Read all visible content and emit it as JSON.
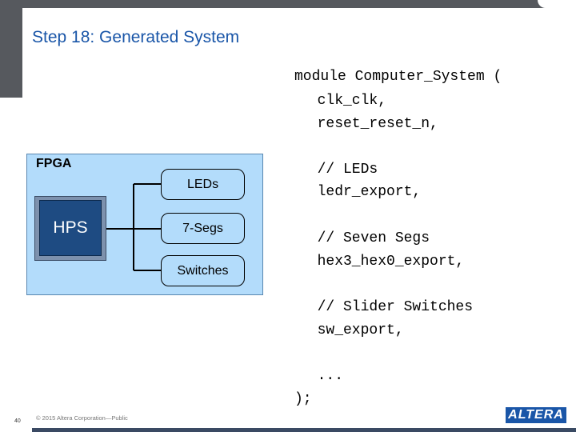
{
  "slide": {
    "title": "Step 18: Generated System",
    "page_number": "40",
    "copyright": "© 2015 Altera Corporation—Public",
    "logo": "ALTERA"
  },
  "diagram": {
    "fpga_label": "FPGA",
    "hps_label": "HPS",
    "components": [
      "LEDs",
      "7-Segs",
      "Switches"
    ],
    "colors": {
      "fpga_fill": "#b3dcfb",
      "hps_fill": "#1e4b82",
      "title": "#1a56a8"
    }
  },
  "code": {
    "lines": [
      "module Computer_System (",
      "  clk_clk,",
      "  reset_reset_n,",
      "  // LEDs",
      "  ledr_export,",
      "  // Seven Segs",
      "  hex3_hex0_export,",
      "  // Slider Switches",
      "  sw_export,",
      "  ...",
      ");"
    ]
  }
}
